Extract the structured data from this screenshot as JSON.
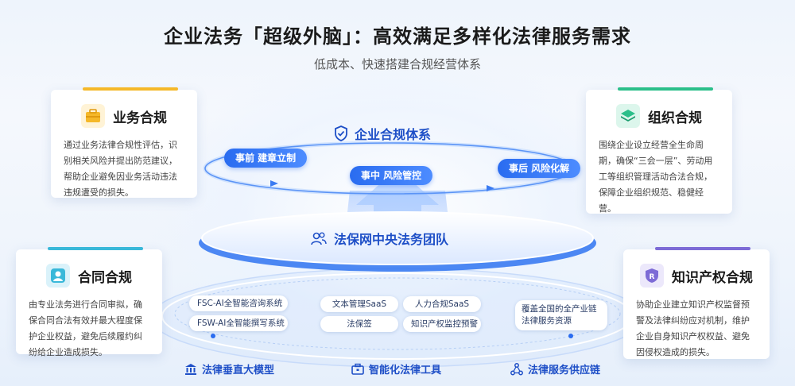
{
  "header": {
    "title": "企业法务「超级外脑」：高效满足多样化法律服务需求",
    "subtitle": "低成本、快速搭建合规经营体系"
  },
  "colors": {
    "primary_blue": "#1e4fc7",
    "accent_yellow": "#f5b829",
    "accent_green": "#2bbf8a",
    "accent_cyan": "#39b8d9",
    "accent_purple": "#7d6bd6"
  },
  "cards": {
    "business": {
      "label": "业务合规",
      "icon": "briefcase-icon",
      "desc": "通过业务法律合规性评估，识别相关风险并提出防范建议，帮助企业避免因业务活动违法违规遭受的损失。"
    },
    "organization": {
      "label": "组织合规",
      "icon": "layers-icon",
      "desc": "围绕企业设立经营全生命周期，确保“三会一层”、劳动用工等组织管理活动合法合规，保障企业组织规范、稳健经营。"
    },
    "contract": {
      "label": "合同合规",
      "icon": "person-icon",
      "desc": "由专业法务进行合同审拟，确保合同合法有效并最大程度保护企业权益，避免后续履约纠纷给企业造成损失。"
    },
    "ip": {
      "label": "知识产权合规",
      "icon": "registered-shield-icon",
      "desc": "协助企业建立知识产权监督预警及法律纠纷应对机制，维护企业自身知识产权权益、避免因侵权造成的损失。"
    }
  },
  "flow": {
    "title": "企业合规体系",
    "steps": [
      "事前 建章立制",
      "事中 风险管控",
      "事后 风险化解"
    ]
  },
  "team": {
    "label": "法保网中央法务团队"
  },
  "tools": {
    "left": [
      "FSC-AI全智能咨询系统",
      "FSW-AI全智能撰写系统"
    ],
    "middle": [
      "文本管理SaaS",
      "人力合规SaaS",
      "法保签",
      "知识产权监控预警"
    ],
    "right": "覆盖全国的全产业链法律服务资源"
  },
  "bottom": {
    "model": "法律垂直大模型",
    "tools": "智能化法律工具",
    "supply": "法律服务供应链"
  }
}
